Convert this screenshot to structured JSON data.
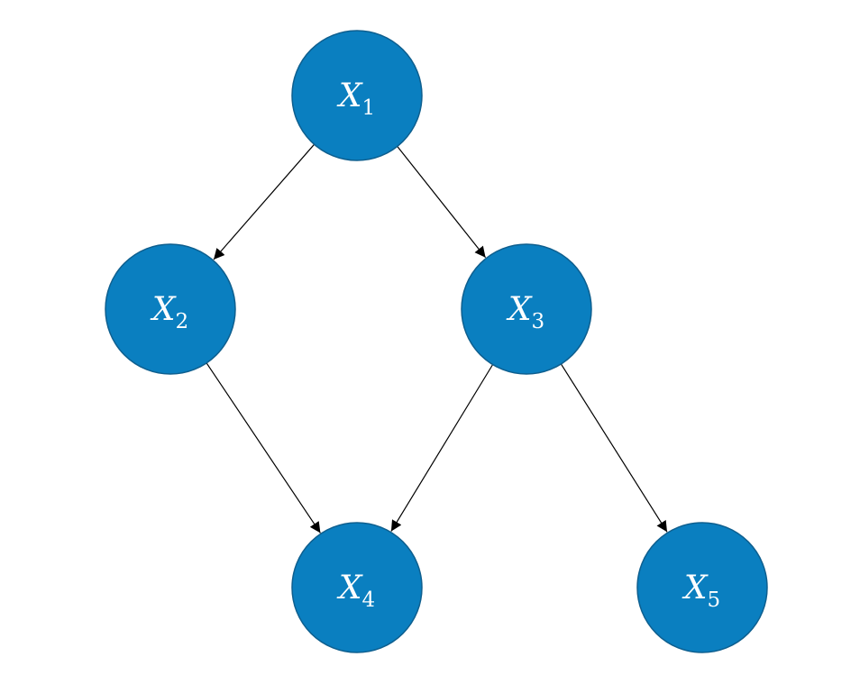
{
  "diagram": {
    "colors": {
      "node_fill": "#0a7fc0",
      "edge": "#000000",
      "text": "#ffffff"
    },
    "nodes": [
      {
        "id": "x1",
        "var": "X",
        "sub": "1"
      },
      {
        "id": "x2",
        "var": "X",
        "sub": "2"
      },
      {
        "id": "x3",
        "var": "X",
        "sub": "3"
      },
      {
        "id": "x4",
        "var": "X",
        "sub": "4"
      },
      {
        "id": "x5",
        "var": "X",
        "sub": "5"
      }
    ],
    "edges": [
      {
        "from": "x1",
        "to": "x2"
      },
      {
        "from": "x1",
        "to": "x3"
      },
      {
        "from": "x2",
        "to": "x4"
      },
      {
        "from": "x3",
        "to": "x4"
      },
      {
        "from": "x3",
        "to": "x5"
      }
    ]
  }
}
